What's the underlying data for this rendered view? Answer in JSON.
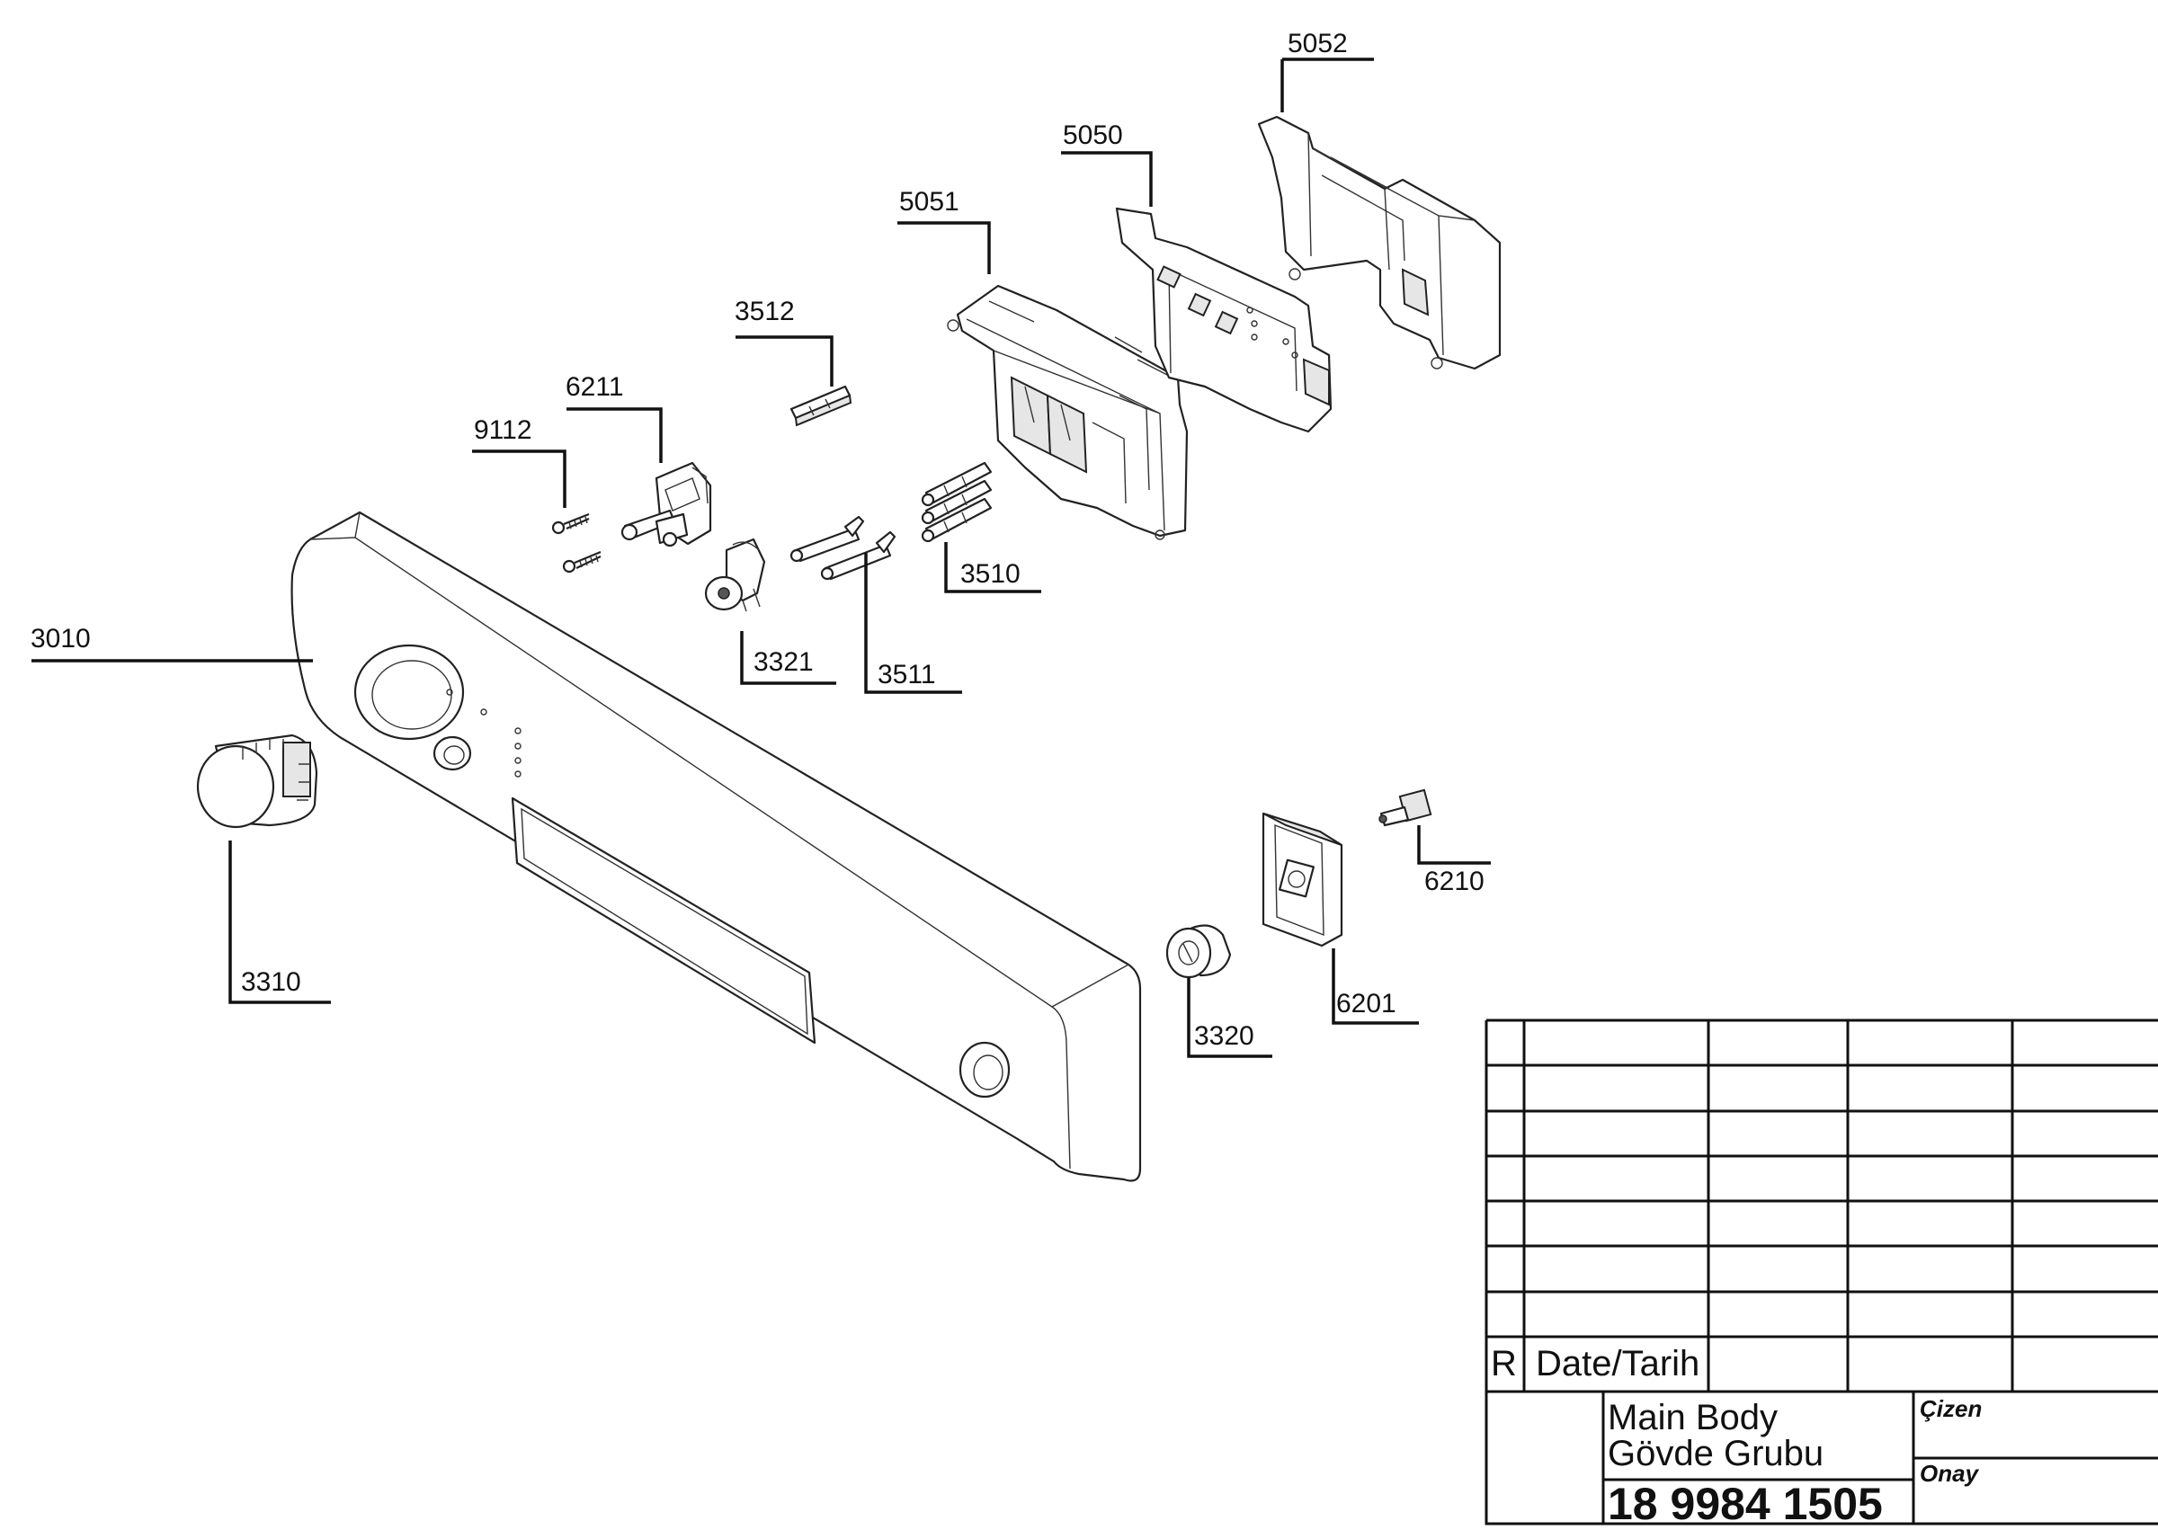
{
  "parts": [
    {
      "id": "3010"
    },
    {
      "id": "3310"
    },
    {
      "id": "3320"
    },
    {
      "id": "3321"
    },
    {
      "id": "3510"
    },
    {
      "id": "3511"
    },
    {
      "id": "3512"
    },
    {
      "id": "5050"
    },
    {
      "id": "5051"
    },
    {
      "id": "5052"
    },
    {
      "id": "6201"
    },
    {
      "id": "6210"
    },
    {
      "id": "6211"
    },
    {
      "id": "9112"
    }
  ],
  "title_block": {
    "rev_label": "R",
    "date_label": "Date/Tarih",
    "title_en": "Main Body",
    "title_tr": "Gövde Grubu",
    "part_number": "18 9984 1505",
    "drawn_label": "Çizen",
    "approved_label": "Onay"
  }
}
